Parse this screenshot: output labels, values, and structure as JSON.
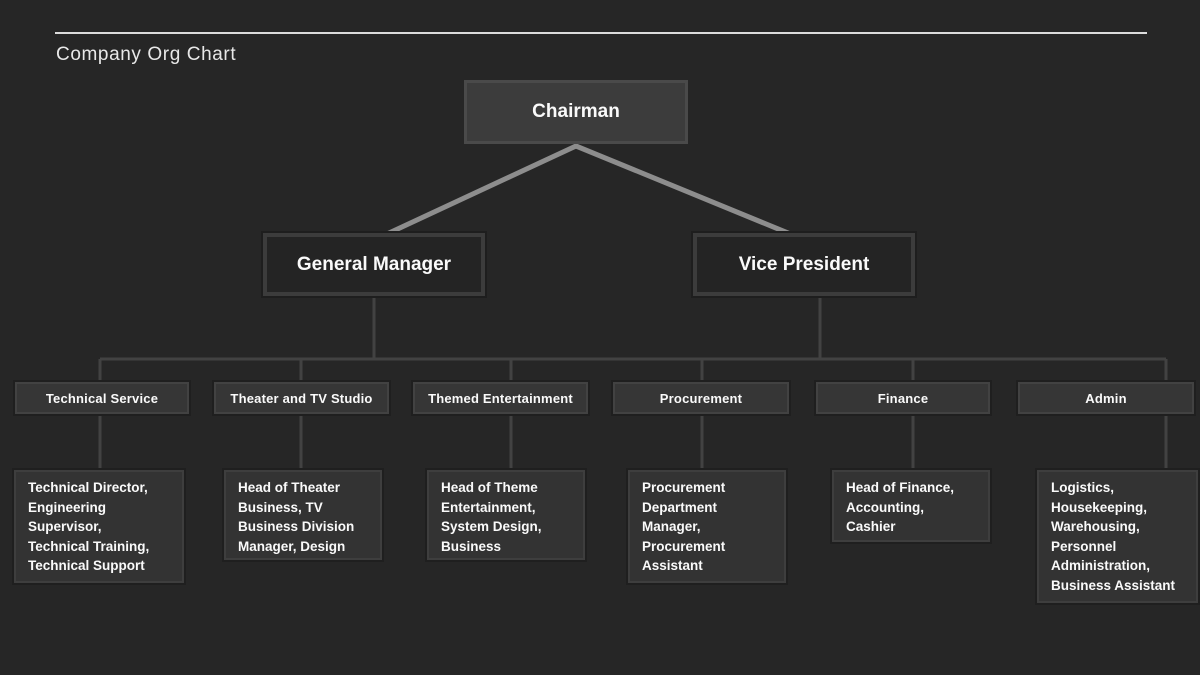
{
  "slide": {
    "title": "Company Org Chart"
  },
  "colors": {
    "background": "#262626",
    "title_text": "#e8e8e8",
    "rule": "#dcdcdc",
    "node_text": "#fafafa",
    "connector_strong": "#8d8d8d",
    "connector_subtle": "#424242"
  },
  "org": {
    "chairman": {
      "label": "Chairman"
    },
    "managers": [
      {
        "label": "General Manager"
      },
      {
        "label": "Vice President"
      }
    ],
    "departments": [
      {
        "label": "Technical Service",
        "roles": "Technical Director,\nEngineering\nSupervisor,\nTechnical Training,\nTechnical Support"
      },
      {
        "label": "Theater and TV Studio",
        "roles": "Head of Theater\nBusiness, TV\nBusiness Division\nManager, Design"
      },
      {
        "label": "Themed Entertainment",
        "roles": "Head of Theme\nEntertainment,\nSystem Design,\nBusiness"
      },
      {
        "label": "Procurement",
        "roles": "Procurement\nDepartment\nManager,\nProcurement\nAssistant"
      },
      {
        "label": "Finance",
        "roles": "Head of Finance,\nAccounting,\nCashier"
      },
      {
        "label": "Admin",
        "roles": "Logistics,\nHousekeeping,\nWarehousing,\nPersonnel\nAdministration,\nBusiness Assistant"
      }
    ]
  }
}
